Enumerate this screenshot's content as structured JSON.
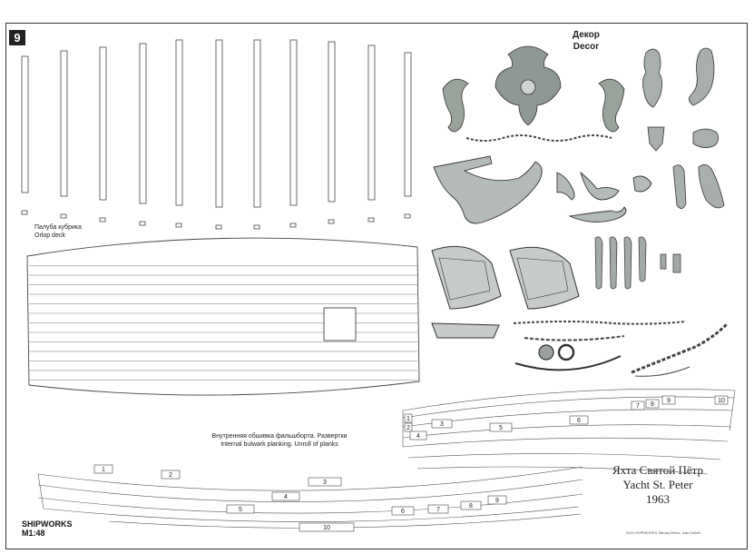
{
  "sheet": {
    "number": "9",
    "decor_ru": "Декор",
    "decor_en": "Decor",
    "orlop_ru": "Палуба кубрика",
    "orlop_en": "Orlop deck",
    "bulwark_ru": "Внутренняя обшивка фальшборта. Развертки",
    "bulwark_en": "Internal bulwark planking. Unroll of planks",
    "title_ru": "Яхта Святой Пётр",
    "title_en": "Yacht St. Peter",
    "year": "1963",
    "logo_line1": "SHIPWORKS",
    "logo_line2": "M1:48",
    "copyright": "2019 SHIPWORKS Nikolai Zelius, Ivan Kalinin"
  },
  "upper_planks": [
    "1",
    "2",
    "3",
    "4",
    "5",
    "6",
    "7",
    "8",
    "9",
    "10"
  ],
  "lower_planks": [
    "1",
    "2",
    "3",
    "4",
    "5",
    "6",
    "7",
    "8",
    "9",
    "10"
  ],
  "icons": [
    "dolphin-ornament-icon",
    "eagle-crest-icon",
    "figure-statue-icon",
    "window-frame-icon",
    "garland-icon",
    "gear-rosette-icon"
  ]
}
